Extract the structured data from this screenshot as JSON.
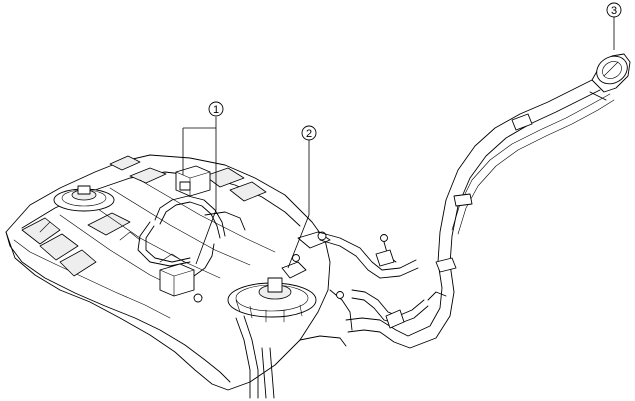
{
  "callouts": [
    {
      "id": "1",
      "label": "1"
    },
    {
      "id": "2",
      "label": "2"
    },
    {
      "id": "3",
      "label": "3"
    }
  ],
  "icons": [
    "fuel-tank-illustration",
    "filler-neck-illustration",
    "fuel-cap-illustration"
  ],
  "colors": {
    "line": "#000000",
    "background": "#ffffff"
  }
}
